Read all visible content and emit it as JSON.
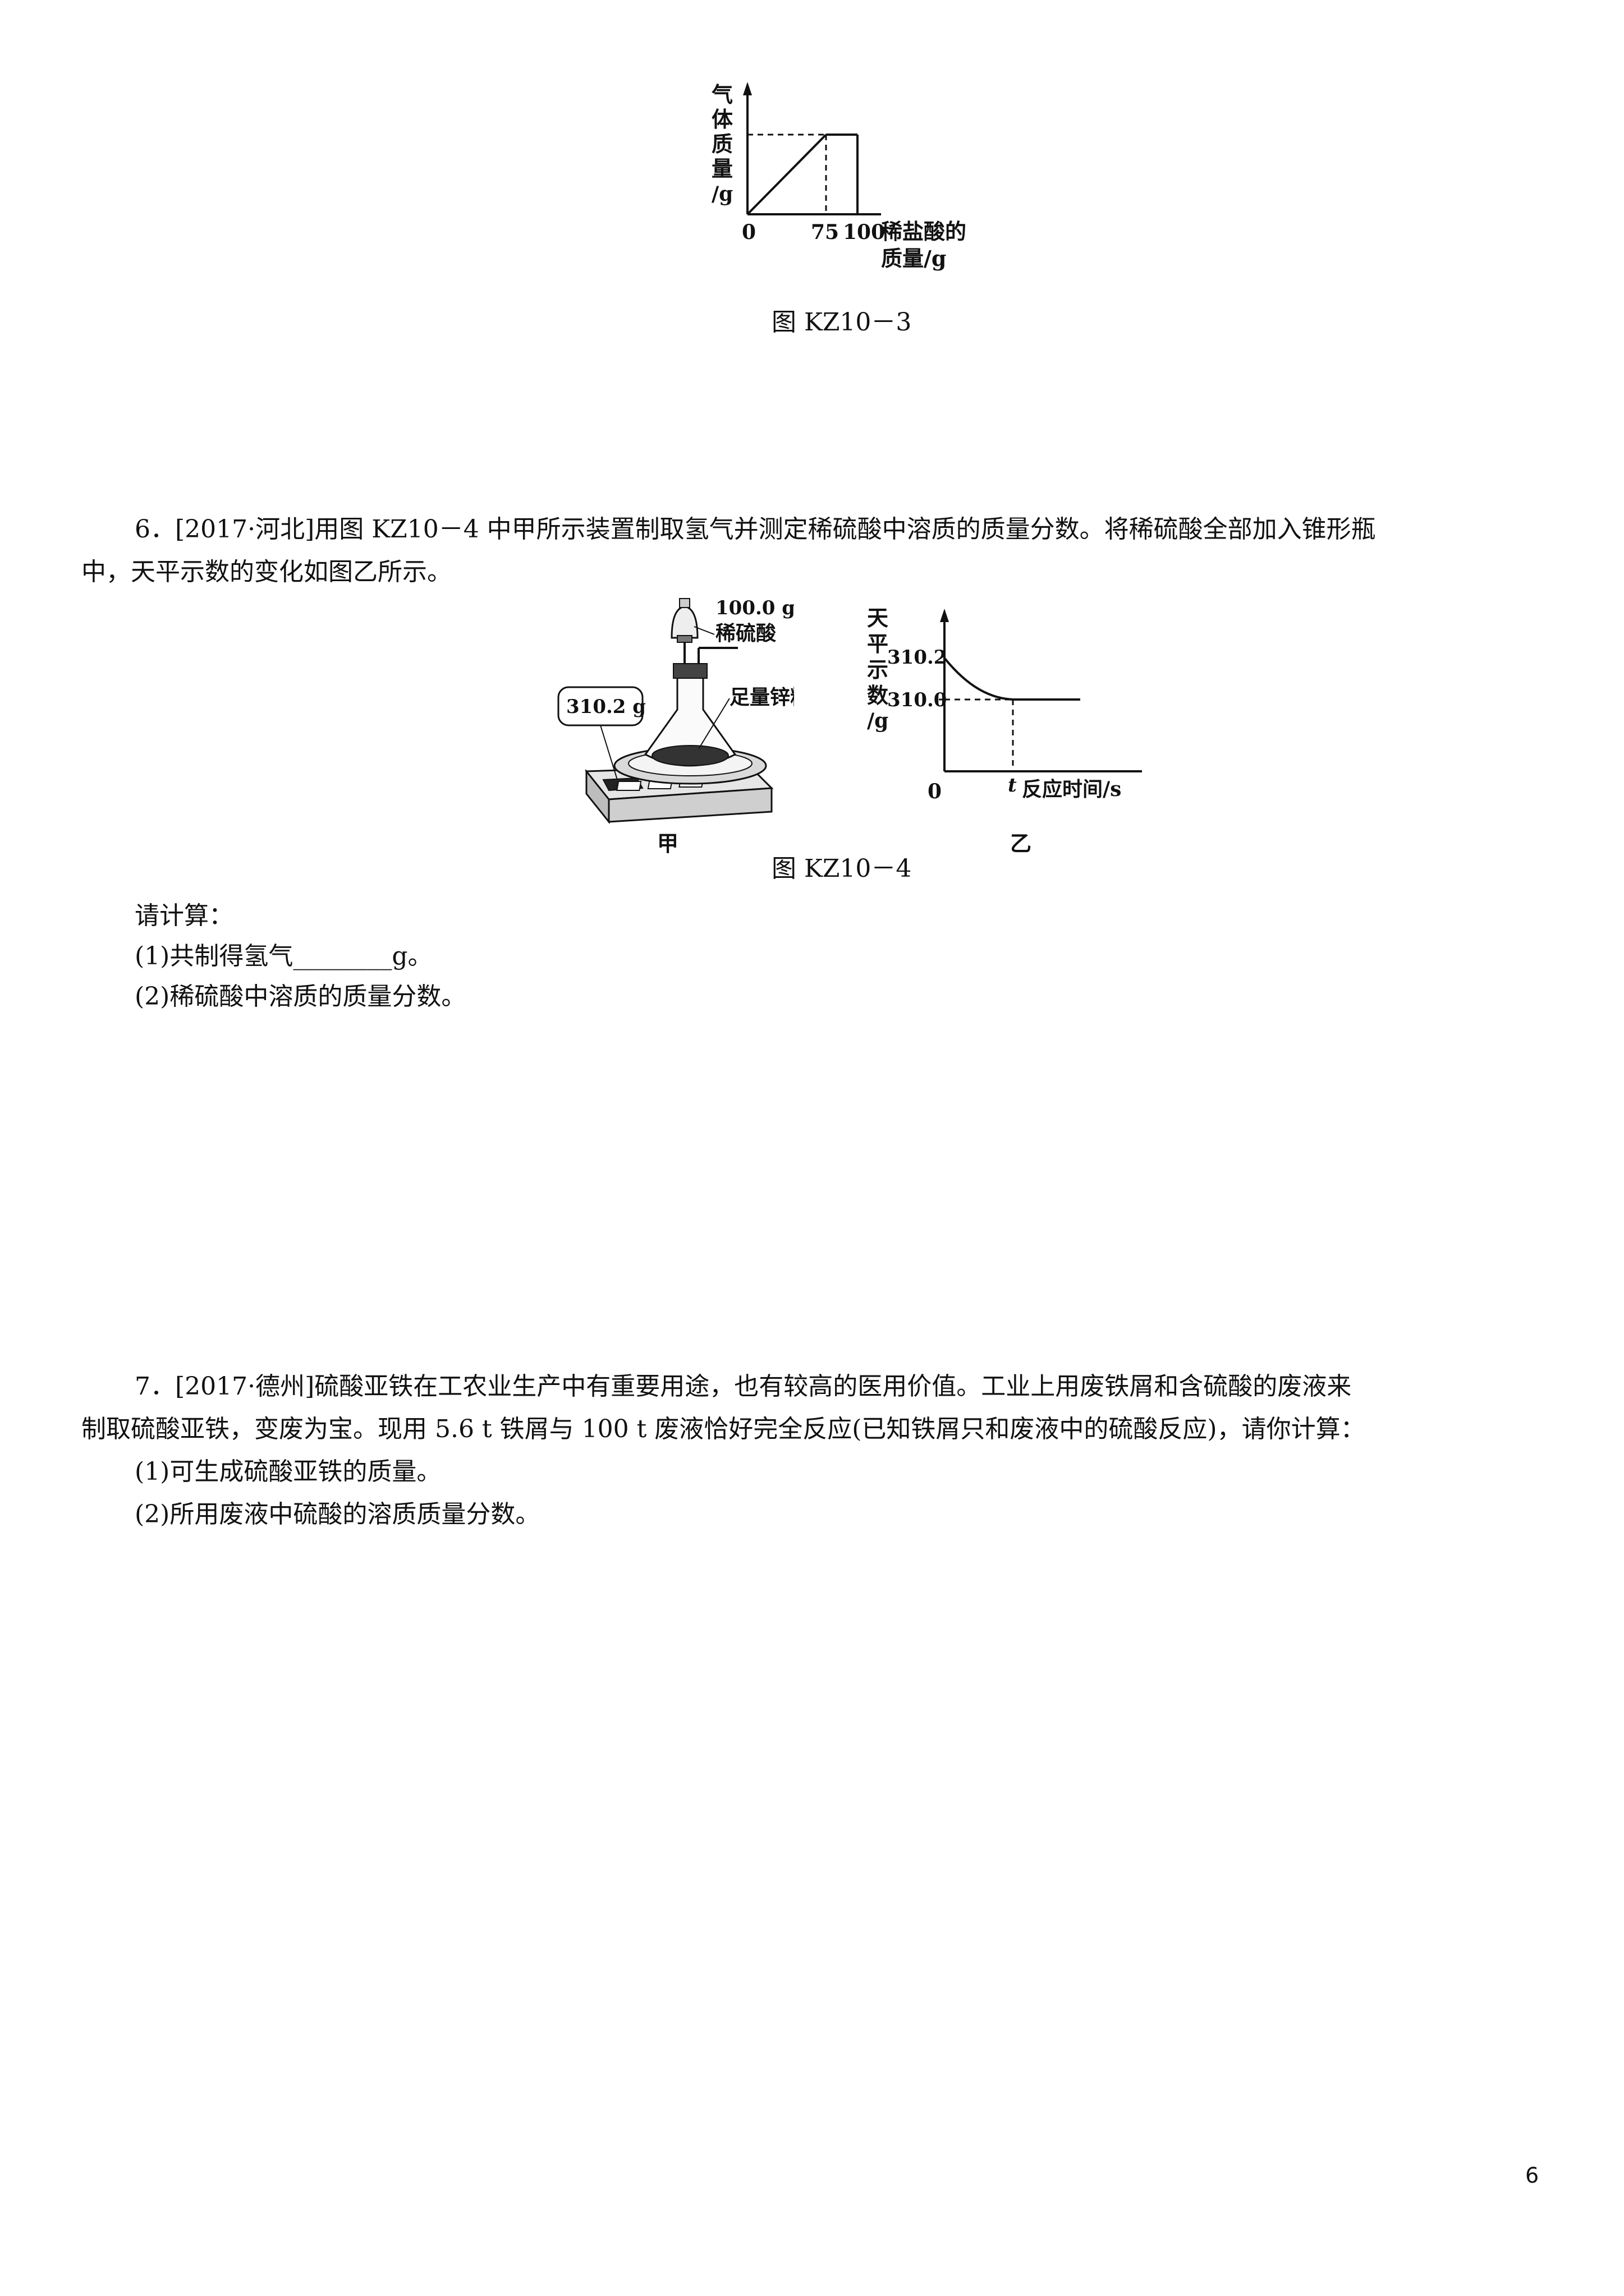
{
  "figure3": {
    "y_label_chars": [
      "气",
      "体",
      "质",
      "量",
      "/g"
    ],
    "origin": "0",
    "tick_75": "75",
    "tick_100": "100",
    "x_label_line1": "稀盐酸的",
    "x_label_line2": "质量/g",
    "caption": "图 KZ10－3"
  },
  "q6": {
    "line1": "6．[2017·河北]用图 KZ10－4 中甲所示装置制取氢气并测定稀硫酸中溶质的质量分数。将稀硫酸全部加入锥形瓶",
    "line2": "中，天平示数的变化如图乙所示。",
    "apparatus": {
      "acid_mass": "100.0 g",
      "acid_name": "稀硫酸",
      "zinc": "足量锌粒",
      "balance_reading": "310.2 g",
      "label": "甲"
    },
    "graph": {
      "y_label_chars": [
        "天",
        "平",
        "示",
        "数",
        "/g"
      ],
      "y_high": "310.2",
      "y_low": "310.0",
      "origin": "0",
      "t_label": "t",
      "x_label": "反应时间/s",
      "label": "乙"
    },
    "caption": "图 KZ10－4",
    "prompt": "请计算：",
    "sub1": "(1)共制得氢气________g。",
    "sub2": "(2)稀硫酸中溶质的质量分数。"
  },
  "q7": {
    "line1": "7．[2017·德州]硫酸亚铁在工农业生产中有重要用途，也有较高的医用价值。工业上用废铁屑和含硫酸的废液来",
    "line2": "制取硫酸亚铁，变废为宝。现用 5.6 t 铁屑与 100 t 废液恰好完全反应(已知铁屑只和废液中的硫酸反应)，请你计算：",
    "sub1": "(1)可生成硫酸亚铁的质量。",
    "sub2": "(2)所用废液中硫酸的溶质质量分数。"
  },
  "page_number": "6"
}
